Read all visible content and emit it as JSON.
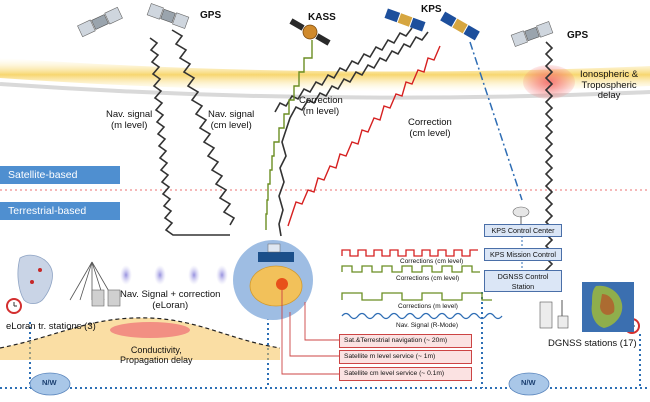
{
  "labels": {
    "gps_left": "GPS",
    "kass": "KASS",
    "kps": "KPS",
    "gps_right": "GPS",
    "nav_m": "Nav. signal\n(m level)",
    "nav_cm": "Nav. signal\n(cm level)",
    "corr_m": "Correction\n(m level)",
    "corr_cm": "Correction\n(cm level)",
    "iono": "Ionospheric &\nTropospheric\ndelay",
    "satellite_based": "Satellite-based",
    "terrestrial_based": "Terrestrial-based",
    "eloran_signal": "Nav. Signal + correction\n(eLoran)",
    "eloran_stations": "eLoran tr. stations (3)",
    "conductivity": "Conductivity,\nPropagation delay",
    "dgnss_stations": "DGNSS stations (17)",
    "corrections_cm_1": "Corrections (cm level)",
    "corrections_cm_2": "Corrections (cm level)",
    "corrections_m": "Corrections (m level)",
    "nav_signal_rmode": "Nav. Signal (R-Mode)",
    "nw_left": "N/W",
    "nw_right": "N/W"
  },
  "control": {
    "center": "KPS Control Center",
    "mission": "KPS Mission Control",
    "dgnss": "DGNSS Control\nStation"
  },
  "services": [
    "Sat.&Terrestrial navigation (~ 20m)",
    "Satellite m level service (~ 1m)",
    "Satellite cm level service (~ 0.1m)"
  ],
  "colors": {
    "band_satellite": "#4f8fd0",
    "band_terrestrial": "#4f8fd0",
    "signal_gray": "#333333",
    "correction_green": "#6b8e23",
    "correction_red": "#d62020",
    "kps_link_blue": "#2e6db4",
    "ground_dots": "#2d6fb5"
  },
  "icons": [
    "satellite-icon",
    "clock-icon",
    "antenna-icon",
    "ship-icon",
    "cloud-icon",
    "map-icon",
    "server-icon"
  ]
}
